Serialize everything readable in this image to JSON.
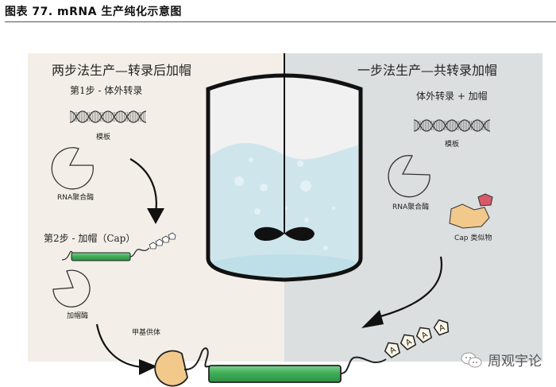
{
  "figure": {
    "title": "图表 77. mRNA 生产纯化示意图"
  },
  "left_panel": {
    "heading": "两步法生产—转录后加帽",
    "step1": "第1步 - 体外转录",
    "template_label": "模板",
    "polymerase_label": "RNA聚合酶",
    "step2": "第2步 - 加帽（Cap）",
    "capping_enzyme_label": "加帽酶",
    "methyl_donor_label": "甲基供体",
    "background_color": "#f3efe8"
  },
  "right_panel": {
    "heading": "一步法生产—共转录加帽",
    "step": "体外转录 + 加帽",
    "template_label": "模板",
    "polymerase_label": "RNA聚合酶",
    "cap_analog_label": "Cap 类似物",
    "background_color": "#dcdfe0"
  },
  "polya_tail": [
    "A",
    "A",
    "A",
    "A"
  ],
  "colors": {
    "mrna_body": "#3fae57",
    "cap": "#f2c98a",
    "cap_pentagon": "#d85a6a",
    "liquid": "#cfe5ec",
    "liquid_bottom": "#bfdfe8"
  },
  "watermark": {
    "text": "周观宇论"
  }
}
